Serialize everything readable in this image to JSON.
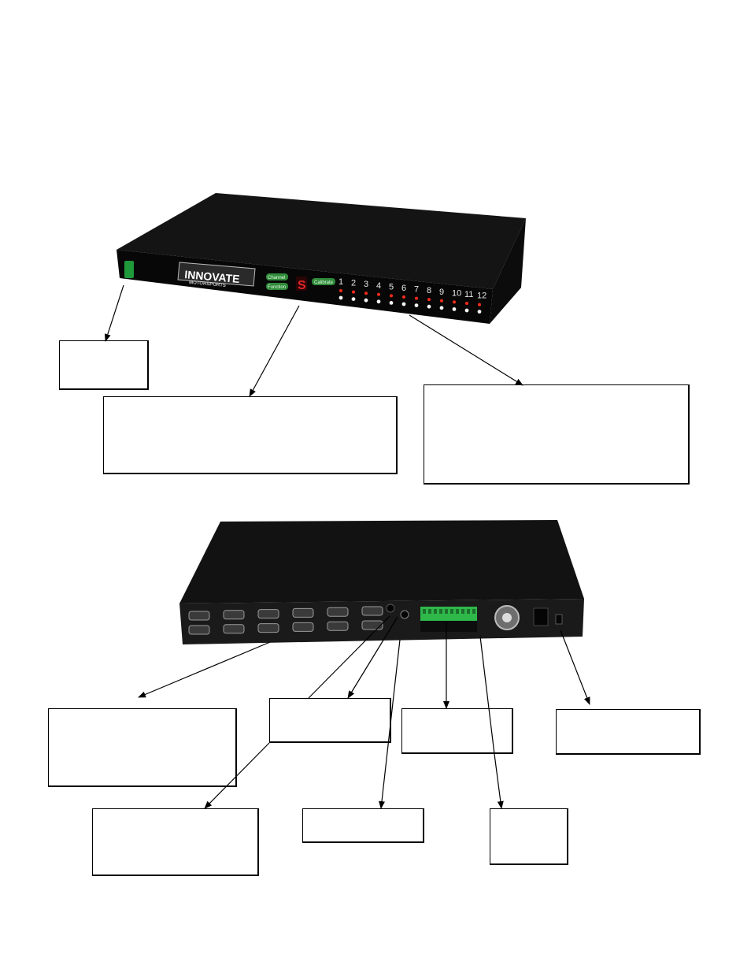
{
  "front_panel": {
    "logo_brand": "INNOVATE",
    "logo_sub": "MOTORSPORTS",
    "button_channel": "Channel",
    "button_function": "Function",
    "button_calibrate": "Calibrate",
    "display_char": "S",
    "channel_numbers": [
      "1",
      "2",
      "3",
      "4",
      "5",
      "6",
      "7",
      "8",
      "9",
      "10",
      "11",
      "12"
    ]
  },
  "colors": {
    "chassis": "#111111",
    "panel": "#0a0a0a",
    "led_red": "#ff2a1a",
    "led_white": "#f4f4f4",
    "display_red": "#e0262a",
    "terminal_green": "#2fb84a",
    "power_switch_green": "#1f9a3a"
  }
}
